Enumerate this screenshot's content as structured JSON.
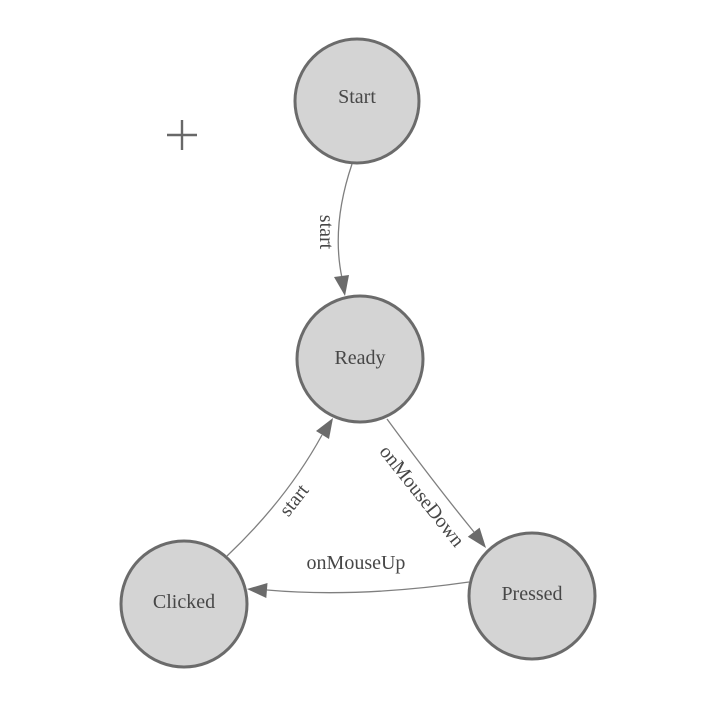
{
  "diagram": {
    "kind": "finite-state-machine",
    "background": "#ffffff",
    "colors": {
      "node_fill": "#d4d4d4",
      "node_stroke": "#6b6b6b",
      "label_text": "#474747",
      "edge_stroke": "#7f7f7f",
      "arrow_fill": "#6b6b6b",
      "tool_stroke": "#686868"
    },
    "tool": {
      "icon": "plus-crosshair"
    },
    "nodes": [
      {
        "id": "start",
        "label": "Start"
      },
      {
        "id": "ready",
        "label": "Ready"
      },
      {
        "id": "clicked",
        "label": "Clicked"
      },
      {
        "id": "pressed",
        "label": "Pressed"
      }
    ],
    "edges": [
      {
        "from": "Start",
        "to": "Ready",
        "label": "start"
      },
      {
        "from": "Ready",
        "to": "Pressed",
        "label": "onMouseDown"
      },
      {
        "from": "Pressed",
        "to": "Clicked",
        "label": "onMouseUp"
      },
      {
        "from": "Clicked",
        "to": "Ready",
        "label": "start"
      }
    ]
  }
}
